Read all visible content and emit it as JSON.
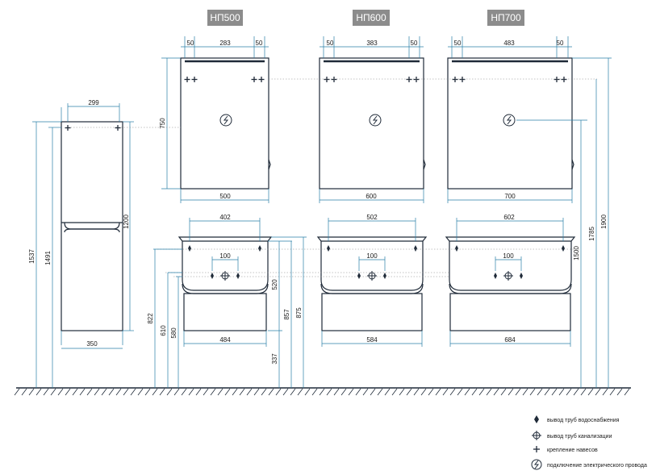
{
  "models": [
    {
      "name": "НП500",
      "mirror_margin_left": "50",
      "mirror_inner": "283",
      "mirror_margin_right": "50",
      "mirror_height": "750",
      "mirror_width": "500",
      "sink_inner": "402",
      "sink_width": "484",
      "drain_spacing": "100"
    },
    {
      "name": "НП600",
      "mirror_margin_left": "50",
      "mirror_inner": "383",
      "mirror_margin_right": "50",
      "mirror_width": "600",
      "sink_inner": "502",
      "sink_width": "584",
      "drain_spacing": "100"
    },
    {
      "name": "НП700",
      "mirror_margin_left": "50",
      "mirror_inner": "483",
      "mirror_margin_right": "50",
      "mirror_width": "700",
      "sink_inner": "602",
      "sink_width": "684",
      "drain_spacing": "100"
    }
  ],
  "cabinet": {
    "top_width": "299",
    "bottom_width": "350",
    "total_height": "1537",
    "body_height": "1491",
    "upper_height": "1200"
  },
  "vanity_heights": {
    "h822": "822",
    "h610": "610",
    "h580": "580",
    "h520": "520",
    "h337": "337",
    "h857": "857",
    "h875": "875"
  },
  "mirror_heights": {
    "h1500": "1500",
    "h1785": "1785",
    "h1900": "1900"
  },
  "legend": [
    {
      "icon": "water-supply-icon",
      "label": "вывод труб водоснабжения"
    },
    {
      "icon": "sewer-outlet-icon",
      "label": "вывод труб канализации"
    },
    {
      "icon": "mount-point-icon",
      "label": "крепление навесов"
    },
    {
      "icon": "electric-connection-icon",
      "label": "подключение электрического провода"
    }
  ],
  "colors": {
    "outline": "#1f2a38",
    "dimension": "#2a7fa8",
    "title_bg": "#8c8c8c"
  }
}
